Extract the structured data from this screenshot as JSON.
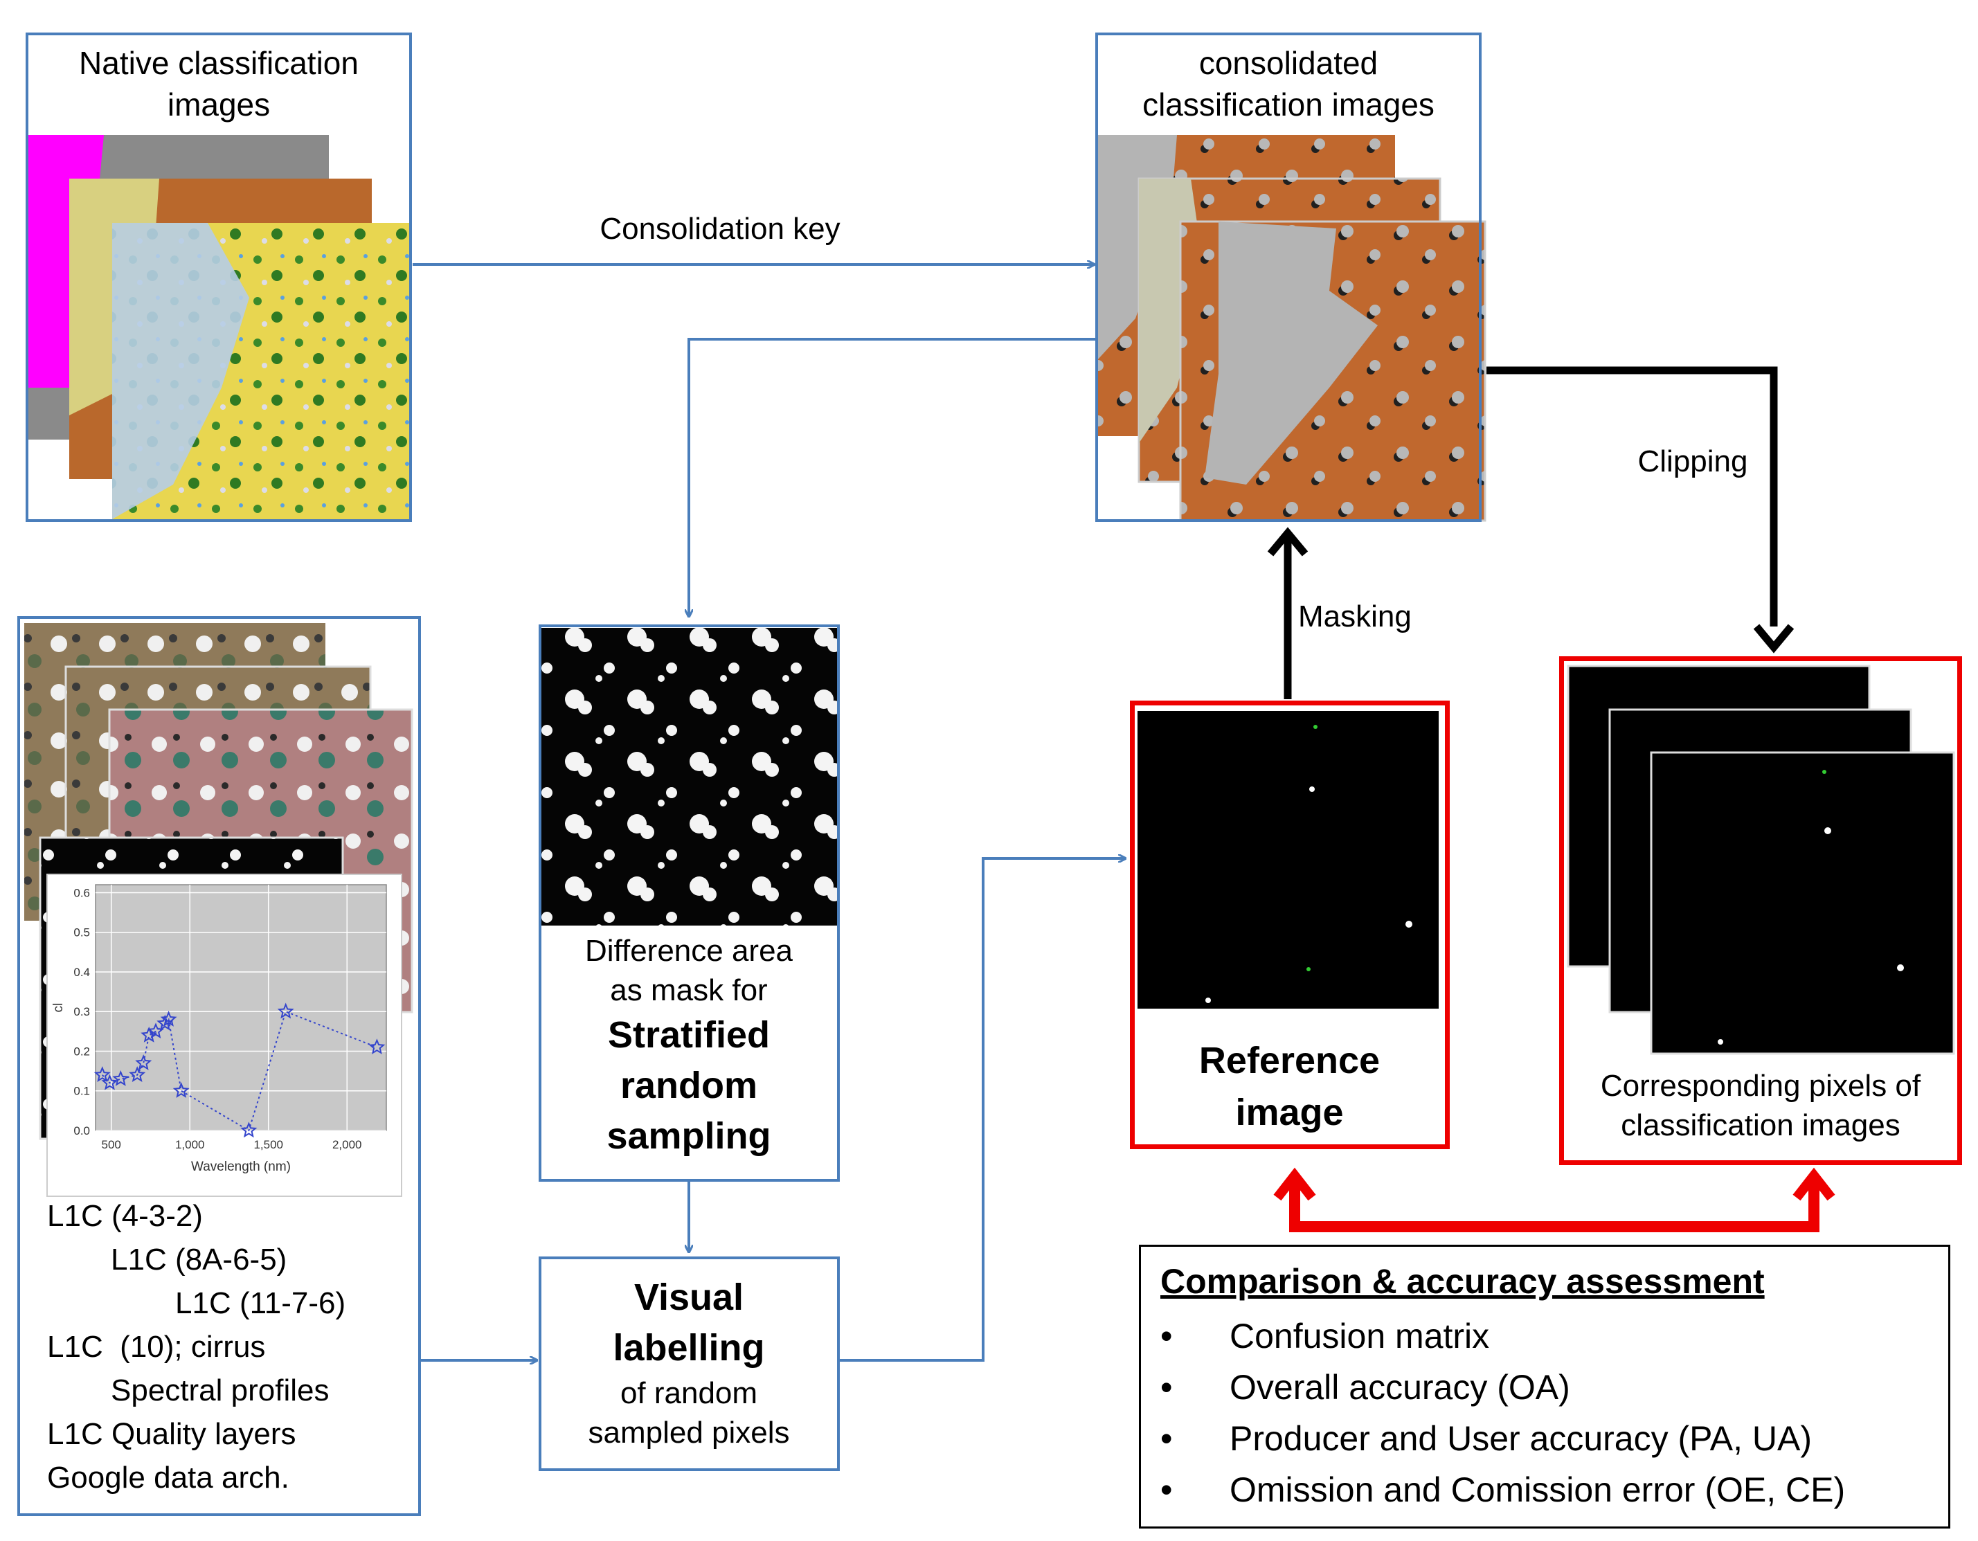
{
  "native": {
    "title_line1": "Native classification",
    "title_line2": "images"
  },
  "consolidated": {
    "title_line1": "consolidated",
    "title_line2": "classification images"
  },
  "arrows": {
    "consolidation_key": "Consolidation key",
    "clipping": "Clipping",
    "masking": "Masking"
  },
  "difference": {
    "line1": "Difference area",
    "line2": "as mask for",
    "bold1": "Stratified",
    "bold2": "random",
    "bold3": "sampling"
  },
  "labelling": {
    "bold1": "Visual",
    "bold2": "labelling",
    "line1": "of random",
    "line2": "sampled pixels"
  },
  "reference": {
    "bold1": "Reference",
    "bold2": "image"
  },
  "corresponding": {
    "line1": "Corresponding pixels of",
    "line2": "classification images"
  },
  "sources": {
    "items": [
      "L1C (4-3-2)",
      "L1C (8A-6-5)",
      "L1C (11-7-6)",
      "L1C  (10); cirrus",
      "Spectral profiles",
      "L1C Quality layers",
      "Google data arch."
    ]
  },
  "assessment": {
    "title": "Comparison & accuracy assessment",
    "bullet": "•",
    "items": [
      "Confusion matrix",
      "Overall accuracy (OA)",
      "Producer and User accuracy (PA, UA)",
      "Omission and Comission error (OE, CE)"
    ]
  },
  "chart_data": {
    "type": "line",
    "xlabel": "Wavelength (nm)",
    "ylabel": "cl",
    "xlim": [
      400,
      2250
    ],
    "ylim": [
      0.0,
      0.62
    ],
    "xticks": [
      "500",
      "1,000",
      "1,500",
      "2,000"
    ],
    "yticks": [
      "0.0",
      "0.1",
      "0.2",
      "0.3",
      "0.4",
      "0.5",
      "0.6"
    ],
    "grid": true,
    "series": [
      {
        "x": [
          443,
          490,
          560,
          665,
          705,
          740,
          783,
          842,
          865,
          945,
          1375,
          1610,
          2190
        ],
        "y": [
          0.14,
          0.12,
          0.13,
          0.14,
          0.17,
          0.24,
          0.25,
          0.27,
          0.28,
          0.1,
          0.0,
          0.3,
          0.21
        ]
      }
    ],
    "colors": {
      "line": "#3344cc",
      "background": "#c8c8c8"
    }
  }
}
